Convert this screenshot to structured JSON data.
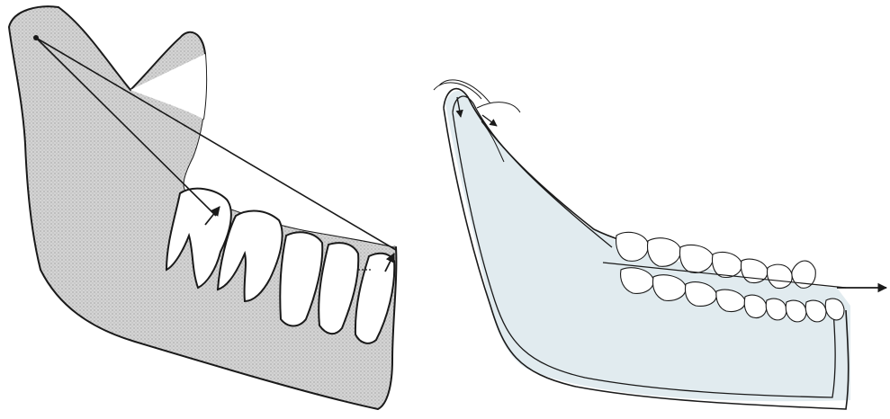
{
  "figure": {
    "panels": [
      {
        "id": "left",
        "subject": "mandible-lateral-with-arrows"
      },
      {
        "id": "right",
        "subject": "mandible-superimposed-outlines-with-arrow"
      }
    ]
  },
  "colors": {
    "ink": "#1a1a1a",
    "bone_fill": "#cfcfcf",
    "bone_fill_light": "#d7e4ea",
    "tooth_fill": "#ffffff",
    "background": "#ffffff"
  },
  "icons": {
    "arrow_head": "arrow-icon"
  }
}
